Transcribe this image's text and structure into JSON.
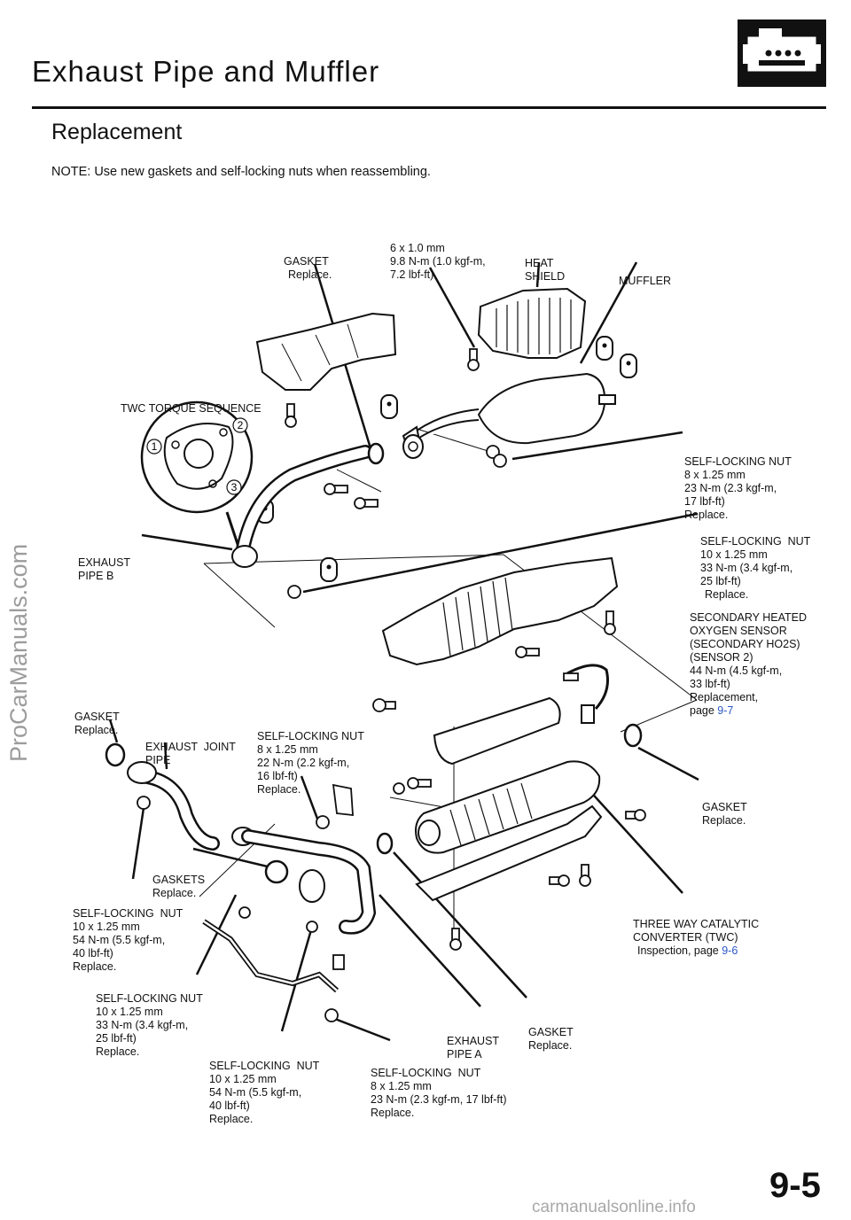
{
  "header": {
    "title": "Exhaust Pipe and Muffler",
    "section": "Replacement",
    "icon": "engine-icon"
  },
  "note": "NOTE:  Use new gaskets and self-locking nuts when reassembling.",
  "labels": {
    "gasket_top": [
      "GASKET",
      "Replace."
    ],
    "bolt_6x1": [
      "6 x 1.0 mm",
      "9.8 N-m (1.0 kgf-m,",
      "7.2 lbf-ft)"
    ],
    "heat_shield": [
      "HEAT",
      "SHIELD"
    ],
    "muffler": [
      "MUFFLER"
    ],
    "twc_torque": [
      "TWC TORQUE SEQUENCE"
    ],
    "nut_8x125_23": [
      "SELF-LOCKING NUT",
      "8 x 1.25 mm",
      "23 N-m (2.3 kgf-m,",
      "17 lbf-ft)",
      "Replace."
    ],
    "nut_10x125_33_right": [
      "SELF-LOCKING  NUT",
      "10 x 1.25 mm",
      "33 N-m (3.4 kgf-m,",
      "25 lbf-ft)",
      "Replace."
    ],
    "exhaust_pipe_b": [
      "EXHAUST",
      "PIPE B"
    ],
    "sensor": [
      "SECONDARY HEATED",
      "OXYGEN SENSOR",
      "(SECONDARY HO2S)",
      "(SENSOR 2)",
      "44 N-m (4.5 kgf-m,",
      "33 lbf-ft)",
      "Replacement,",
      "page "
    ],
    "sensor_link": "9-7",
    "gasket_left": [
      "GASKET",
      "Replace."
    ],
    "exhaust_joint_pipe": [
      "EXHAUST  JOINT",
      "PIPE"
    ],
    "nut_8x125_22": [
      "SELF-LOCKING NUT",
      "8 x 1.25 mm",
      "22 N-m (2.2 kgf-m,",
      "16 lbf-ft)",
      "Replace."
    ],
    "gasket_right": [
      "GASKET",
      "Replace."
    ],
    "gaskets": [
      "GASKETS",
      "Replace."
    ],
    "nut_10x125_54_left": [
      "SELF-LOCKING  NUT",
      "10 x 1.25 mm",
      "54 N-m (5.5 kgf-m,",
      "40 lbf-ft)",
      "Replace."
    ],
    "twc": [
      "THREE WAY CATALYTIC",
      "CONVERTER (TWC)",
      "Inspection, page "
    ],
    "twc_link": "9-6",
    "nut_10x125_33_left": [
      "SELF-LOCKING NUT",
      "10 x 1.25 mm",
      "33 N-m (3.4 kgf-m,",
      "25 lbf-ft)",
      "Replace."
    ],
    "exhaust_pipe_a": [
      "EXHAUST",
      "PIPE A"
    ],
    "gasket_bottom": [
      "GASKET",
      "Replace."
    ],
    "nut_10x125_54_bottom": [
      "SELF-LOCKING  NUT",
      "10 x 1.25 mm",
      "54 N-m (5.5 kgf-m,",
      "40 lbf-ft)",
      "Replace."
    ],
    "nut_8x125_bottom": [
      "SELF-LOCKING  NUT",
      "8 x 1.25 mm",
      "23 N-m (2.3 kgf-m, 17 lbf-ft)",
      "Replace."
    ]
  },
  "torque_sequence": [
    "1",
    "2",
    "3"
  ],
  "page_number": "9-5",
  "watermark": "ProCarManuals.com",
  "footer_watermark": "carmanualsonline.info"
}
